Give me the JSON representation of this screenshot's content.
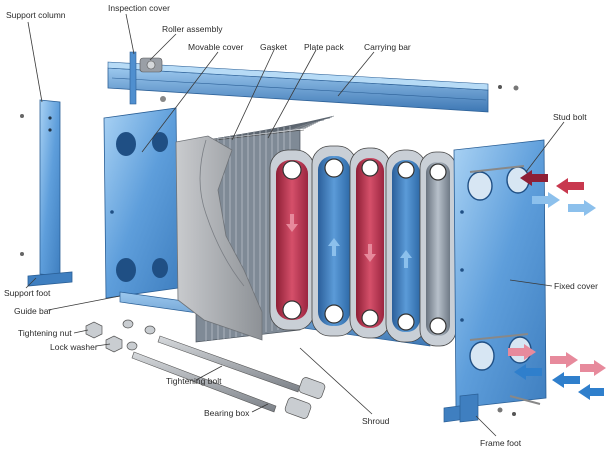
{
  "labels": {
    "support_column": "Support column",
    "inspection_cover": "Inspection cover",
    "roller_assembly": "Roller assembly",
    "movable_cover": "Movable cover",
    "gasket": "Gasket",
    "plate_pack": "Plate pack",
    "carrying_bar": "Carrying bar",
    "stud_bolt": "Stud bolt",
    "fixed_cover": "Fixed cover",
    "support_foot": "Support foot",
    "guide_bar": "Guide bar",
    "tightening_nut": "Tightening nut",
    "lock_washer": "Lock washer",
    "tightening_bolt": "Tightening bolt",
    "bearing_box": "Bearing box",
    "shroud": "Shroud",
    "frame_foot": "Frame foot"
  },
  "colors": {
    "steel_blue": "#4f8fcf",
    "steel_blue_light": "#8cc0ec",
    "steel_blue_dark": "#2a5f96",
    "hot_red": "#c8384e",
    "hot_red_light": "#e78a9c",
    "cold_blue": "#2f7fcc",
    "plate_gray": "#8b96a3",
    "shroud_gray": "#a3a6aa",
    "metal": "#9a9fa6"
  },
  "icons": {
    "hot_flow": "red-flow-arrow-icon",
    "cold_flow": "blue-flow-arrow-icon"
  }
}
